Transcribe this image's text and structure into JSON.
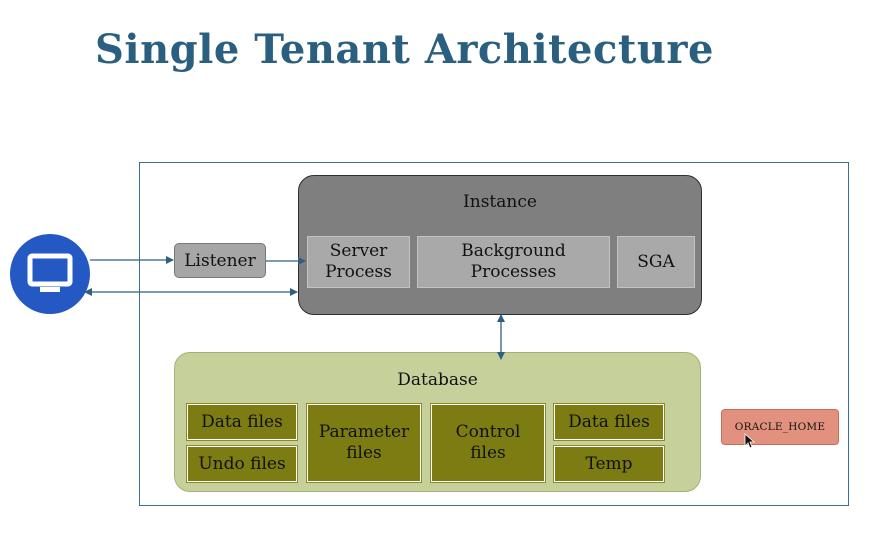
{
  "title": "Single Tenant Architecture",
  "client": {
    "icon": "monitor-icon"
  },
  "listener": {
    "label": "Listener"
  },
  "instance": {
    "label": "Instance",
    "components": [
      {
        "id": "server-process",
        "label": "Server\nProcess"
      },
      {
        "id": "background-processes",
        "label": "Background\nProcesses"
      },
      {
        "id": "sga",
        "label": "SGA"
      }
    ]
  },
  "database": {
    "label": "Database",
    "files": [
      {
        "id": "data-files-1",
        "label": "Data files"
      },
      {
        "id": "undo-files",
        "label": "Undo files"
      },
      {
        "id": "parameter-files",
        "label": "Parameter\nfiles"
      },
      {
        "id": "control-files",
        "label": "Control\nfiles"
      },
      {
        "id": "data-files-2",
        "label": "Data files"
      },
      {
        "id": "temp",
        "label": "Temp"
      }
    ]
  },
  "oracle_home": {
    "label": "ORACLE_HOME"
  },
  "colors": {
    "title": "#2a5f80",
    "frame": "#3c6e8e",
    "client": "#2459c4",
    "arrow": "#2f5f7f",
    "instance_fill": "#7f7f7f",
    "component_fill": "#a9a9a9",
    "database_fill": "#c6d09b",
    "file_fill": "#7d7c12",
    "oracle_home_fill": "#e3917f"
  }
}
